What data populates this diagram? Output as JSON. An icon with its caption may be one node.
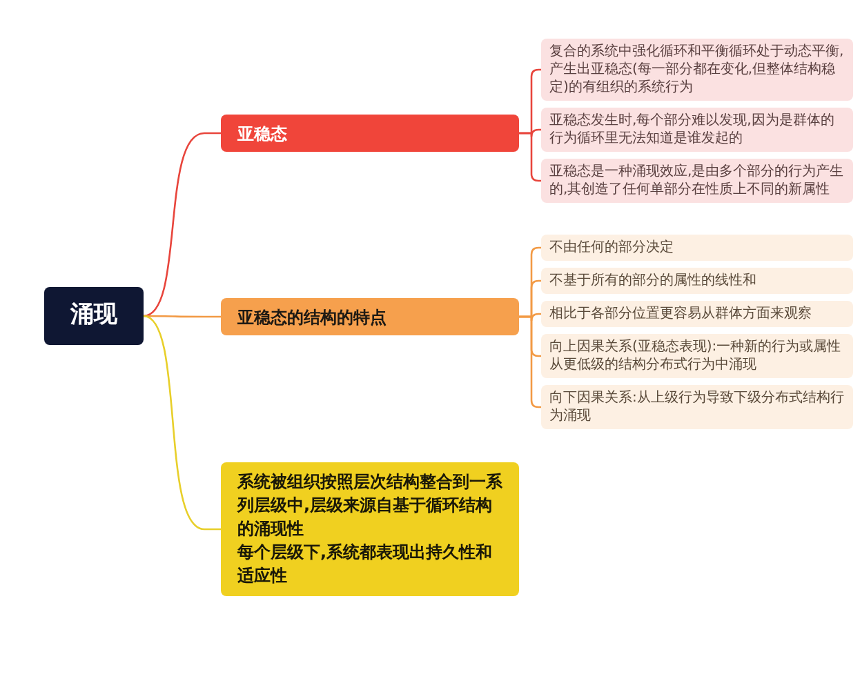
{
  "diagram": {
    "nodes": [
      {
        "text": [
          "涌现"
        ]
      },
      {
        "text": [
          "亚稳态"
        ]
      },
      {
        "text": [
          "亚稳态的结构的特点"
        ]
      },
      {
        "text": [
          "系统被组织按照层次结构整合到一系列层级中,层级来源自基于循环结构的涌现性",
          "每个层级下,系统都表现出持久性和适应性"
        ]
      },
      {
        "text": [
          "复合的系统中强化循环和平衡循环处于动态平衡,产生出亚稳态(每一部分都在变化,但整体结构稳定)的有组织的系统行为"
        ]
      },
      {
        "text": [
          "亚稳态发生时,每个部分难以发现,因为是群体的行为循环里无法知道是谁发起的"
        ]
      },
      {
        "text": [
          "亚稳态是一种涌现效应,是由多个部分的行为产生的,其创造了任何单部分在性质上不同的新属性"
        ]
      },
      {
        "text": [
          "不由任何的部分决定"
        ]
      },
      {
        "text": [
          "不基于所有的部分的属性的线性和"
        ]
      },
      {
        "text": [
          "相比于各部分位置更容易从群体方面来观察"
        ]
      },
      {
        "text": [
          "向上因果关系(亚稳态表现):一种新的行为或属性从更低级的结构分布式行为中涌现"
        ]
      },
      {
        "text": [
          "向下因果关系:从上级行为导致下级分布式结构行为涌现"
        ]
      }
    ],
    "edges": [
      {
        "from": 0,
        "to": 1,
        "arrow": "none",
        "color": "#e8453c"
      },
      {
        "from": 0,
        "to": 2,
        "arrow": "none",
        "color": "#f29a45"
      },
      {
        "from": 0,
        "to": 3,
        "arrow": "none",
        "color": "#e8cf2a"
      },
      {
        "from": 1,
        "to": 4,
        "arrow": "none",
        "color": "#e8453c"
      },
      {
        "from": 1,
        "to": 5,
        "arrow": "none",
        "color": "#e8453c"
      },
      {
        "from": 1,
        "to": 6,
        "arrow": "none",
        "color": "#e8453c"
      },
      {
        "from": 2,
        "to": 7,
        "arrow": "none",
        "color": "#f29a45"
      },
      {
        "from": 2,
        "to": 8,
        "arrow": "none",
        "color": "#f29a45"
      },
      {
        "from": 2,
        "to": 9,
        "arrow": "none",
        "color": "#f29a45"
      },
      {
        "from": 2,
        "to": 10,
        "arrow": "none",
        "color": "#f29a45"
      },
      {
        "from": 2,
        "to": 11,
        "arrow": "none",
        "color": "#f29a45"
      }
    ]
  }
}
